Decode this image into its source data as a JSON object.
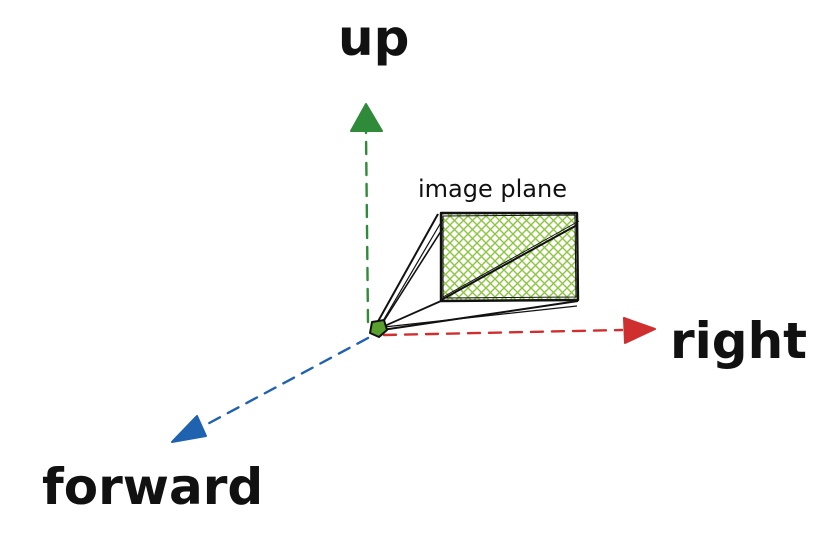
{
  "labels": {
    "up": "up",
    "right": "right",
    "forward": "forward",
    "image_plane": "image plane"
  },
  "colors": {
    "up_axis": "#2f8a3a",
    "right_axis": "#d02f2f",
    "forward_axis": "#1f62b0",
    "image_plane_fill": "#8cc63f",
    "camera_point": "#5aa02c",
    "ink": "#111111"
  }
}
